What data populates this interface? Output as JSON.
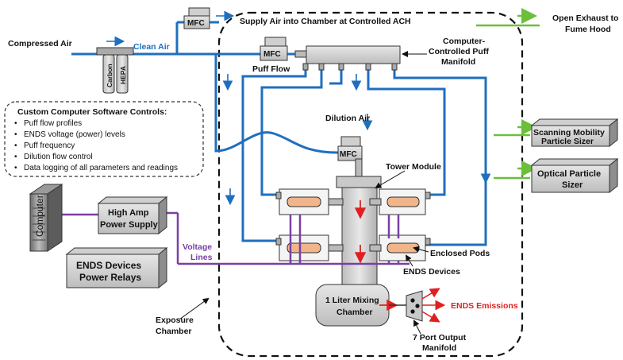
{
  "labels": {
    "compressed_air": "Compressed Air",
    "clean_air": "Clean Air",
    "supply_air": "Supply Air into Chamber at Controlled ACH",
    "open_exhaust_1": "Open Exhaust to",
    "open_exhaust_2": "Fume Hood",
    "mfc": "MFC",
    "puff_flow": "Puff Flow",
    "manifold_1": "Computer-",
    "manifold_2": "Controlled Puff",
    "manifold_3": "Manifold",
    "carbon": "Carbon",
    "hepa": "HEPA",
    "dilution_air": "Dilution Air",
    "tower_module": "Tower Module",
    "enclosed_pods": "Enclosed Pods",
    "ends_devices": "ENDS Devices",
    "mixing_1": "1 Liter Mixing",
    "mixing_2": "Chamber",
    "output_1": "7 Port Output",
    "output_2": "Manifold",
    "ends_emissions": "ENDS Emissions",
    "exposure_1": "Exposure",
    "exposure_2": "Chamber",
    "voltage_1": "Voltage",
    "voltage_2": "Lines",
    "computer": "Computer",
    "smps_1": "Scanning Mobility",
    "smps_2": "Particle Sizer",
    "ops_1": "Optical Particle",
    "ops_2": "Sizer",
    "power_1": "High Amp",
    "power_2": "Power Supply",
    "relays_1": "ENDS Devices",
    "relays_2": "Power Relays"
  },
  "controls": {
    "title": "Custom Computer Software Controls:",
    "items": [
      "Puff flow profiles",
      "ENDS voltage (power) levels",
      "Puff frequency",
      "Dilution flow control",
      "Data logging of all parameters and readings"
    ]
  },
  "colors": {
    "air_line": "#1f6fbf",
    "power_line": "#7a3fa6",
    "exhaust_arrow": "#6bbf3a",
    "emission_arrow": "#e02020"
  }
}
